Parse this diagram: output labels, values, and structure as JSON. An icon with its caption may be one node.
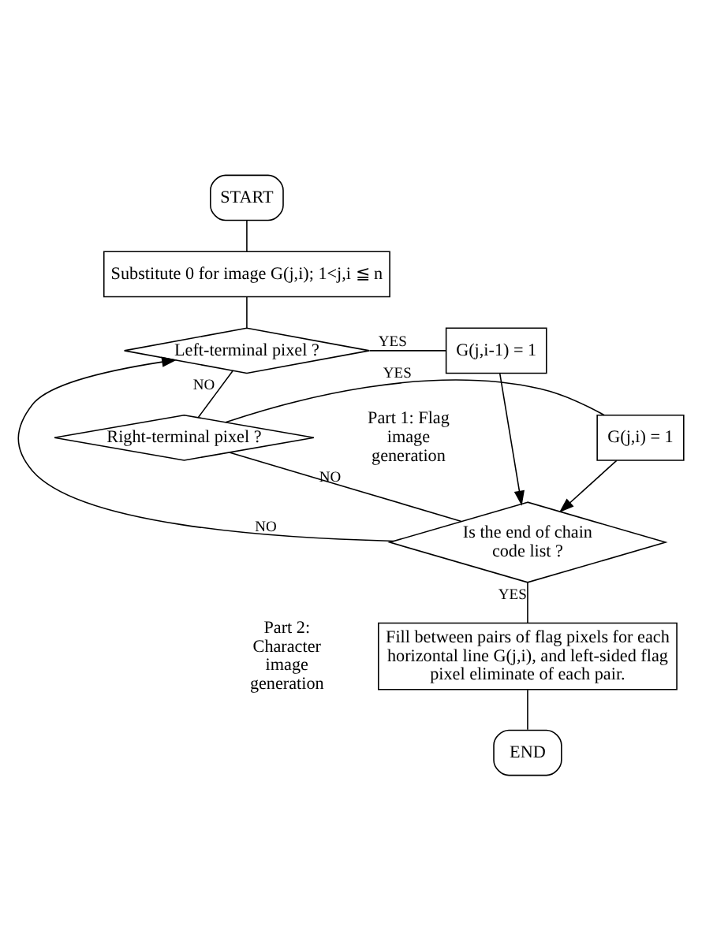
{
  "diagram": {
    "nodes": [
      {
        "text": [
          "START"
        ]
      },
      {
        "text": [
          "Substitute 0 for image G(j,i); 1<j,i ≦ n"
        ]
      },
      {
        "text": [
          "Left-terminal pixel ?"
        ]
      },
      {
        "text": [
          "G(j,i-1) = 1"
        ]
      },
      {
        "text": [
          "Right-terminal pixel ?"
        ]
      },
      {
        "text": [
          "G(j,i) = 1"
        ]
      },
      {
        "text": [
          "Is the end of chain code list ?"
        ]
      },
      {
        "text": [
          "Fill between pairs of flag pixels for each horizontal line G(j,i), and left-sided flag pixel eliminate of each pair."
        ]
      },
      {
        "text": [
          "END"
        ]
      }
    ],
    "edges": [
      {
        "from": 0,
        "to": 1,
        "arrow": "none"
      },
      {
        "from": 1,
        "to": 2,
        "arrow": "none"
      },
      {
        "from": 2,
        "to": 3,
        "arrow": "none",
        "label": "YES"
      },
      {
        "from": 2,
        "to": 4,
        "arrow": "none",
        "label": "NO"
      },
      {
        "from": 4,
        "to": 5,
        "arrow": "none",
        "label": "YES"
      },
      {
        "from": 3,
        "to": 6,
        "arrow": "to"
      },
      {
        "from": 5,
        "to": 6,
        "arrow": "to"
      },
      {
        "from": 4,
        "to": 6,
        "arrow": "none",
        "label": "NO"
      },
      {
        "from": 6,
        "to": 2,
        "arrow": "to",
        "label": "NO"
      },
      {
        "from": 6,
        "to": 7,
        "arrow": "none",
        "label": "YES"
      },
      {
        "from": 7,
        "to": 8,
        "arrow": "none"
      }
    ],
    "labels": [
      "Part 1: Flag image generation",
      "Part 2: Character image generation"
    ]
  }
}
